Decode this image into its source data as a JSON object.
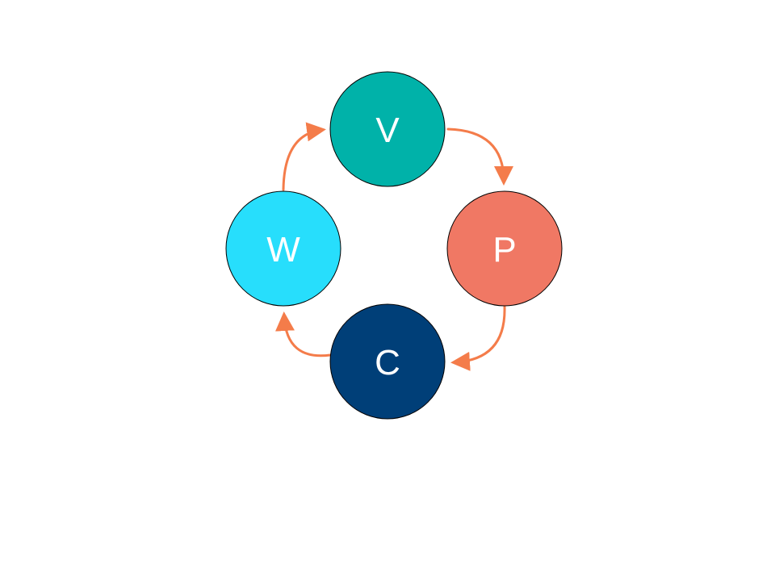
{
  "colors": {
    "arrow": "#F47C4A",
    "node_outline": "#000000",
    "label": "#FFFFFF"
  },
  "nodes": [
    {
      "id": "v",
      "label": "V",
      "color": "#00B2A9"
    },
    {
      "id": "p",
      "label": "P",
      "color": "#F07864"
    },
    {
      "id": "c",
      "label": "C",
      "color": "#003F78"
    },
    {
      "id": "w",
      "label": "W",
      "color": "#27DEFC"
    }
  ],
  "edges": [
    {
      "from": "v",
      "to": "p"
    },
    {
      "from": "p",
      "to": "c"
    },
    {
      "from": "c",
      "to": "w"
    },
    {
      "from": "w",
      "to": "v"
    }
  ]
}
